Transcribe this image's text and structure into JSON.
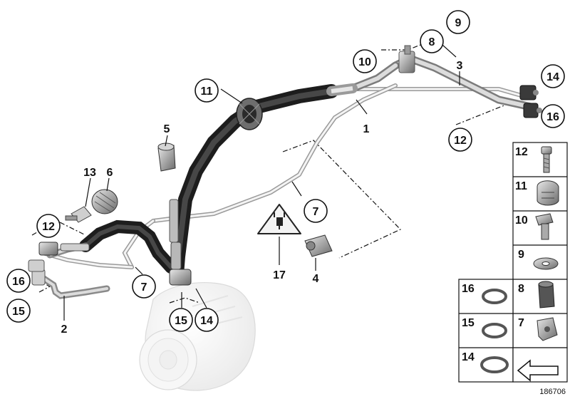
{
  "diagram": {
    "callouts": {
      "c9": "9",
      "c8": "8",
      "c10": "10",
      "c3": "3",
      "c14a": "14",
      "c16a": "16",
      "c12a": "12",
      "c1": "1",
      "c11": "11",
      "c5": "5",
      "c13": "13",
      "c6": "6",
      "c12b": "12",
      "c16b": "16",
      "c15a": "15",
      "c2": "2",
      "c7a": "7",
      "c7b": "7",
      "c15b": "15",
      "c14b": "14",
      "c17": "17",
      "c4": "4"
    },
    "parts_table": {
      "right_column": [
        "12",
        "11",
        "10",
        "9",
        "8",
        "7"
      ],
      "left_column": [
        "16",
        "15",
        "14"
      ]
    },
    "reference_number": "186706"
  }
}
